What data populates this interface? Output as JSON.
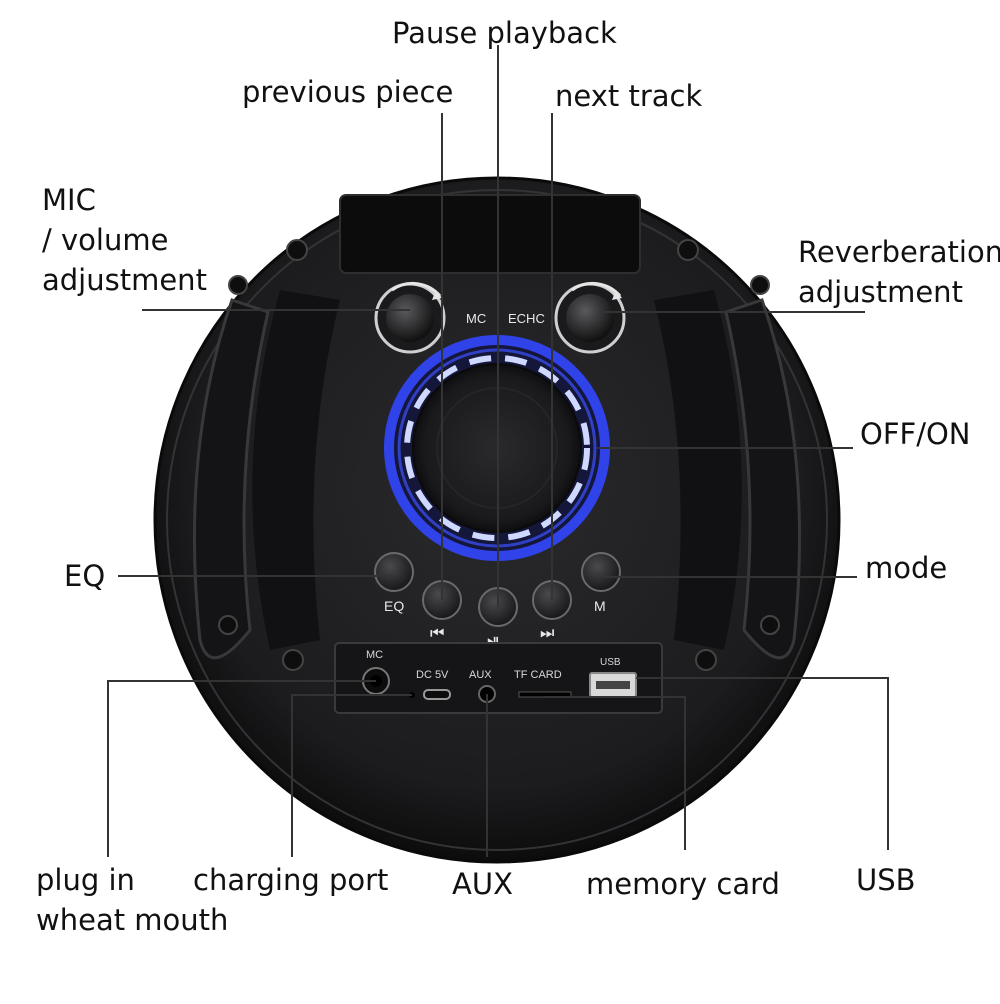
{
  "panel": {
    "knob_left": "MC",
    "knob_right": "ECHC",
    "btn_eq": "EQ",
    "btn_mode": "M",
    "icon_prev": "⏮",
    "icon_play": "⏯",
    "icon_next": "⏭",
    "port_mic": "MC",
    "port_dc": "DC 5V",
    "port_aux": "AUX",
    "port_tf": "TF CARD",
    "port_usb": "USB"
  },
  "callouts": {
    "pause": "Pause playback",
    "previous": "previous piece",
    "next": "next track",
    "mic_line1": "MIC",
    "mic_line2": "/ volume",
    "mic_line3": "adjustment",
    "reverb_line1": "Reverberation",
    "reverb_line2": "adjustment",
    "offon": "OFF/ON",
    "eq": "EQ",
    "mode": "mode",
    "plug_line1": "plug in",
    "plug_line2": "wheat mouth",
    "charging": "charging port",
    "aux": "AUX",
    "memory": "memory card",
    "usb": "USB"
  },
  "colors": {
    "body": "#1b1b1d",
    "ring_glow": "#2f43e8",
    "light_segments": "#cfd8ff"
  }
}
